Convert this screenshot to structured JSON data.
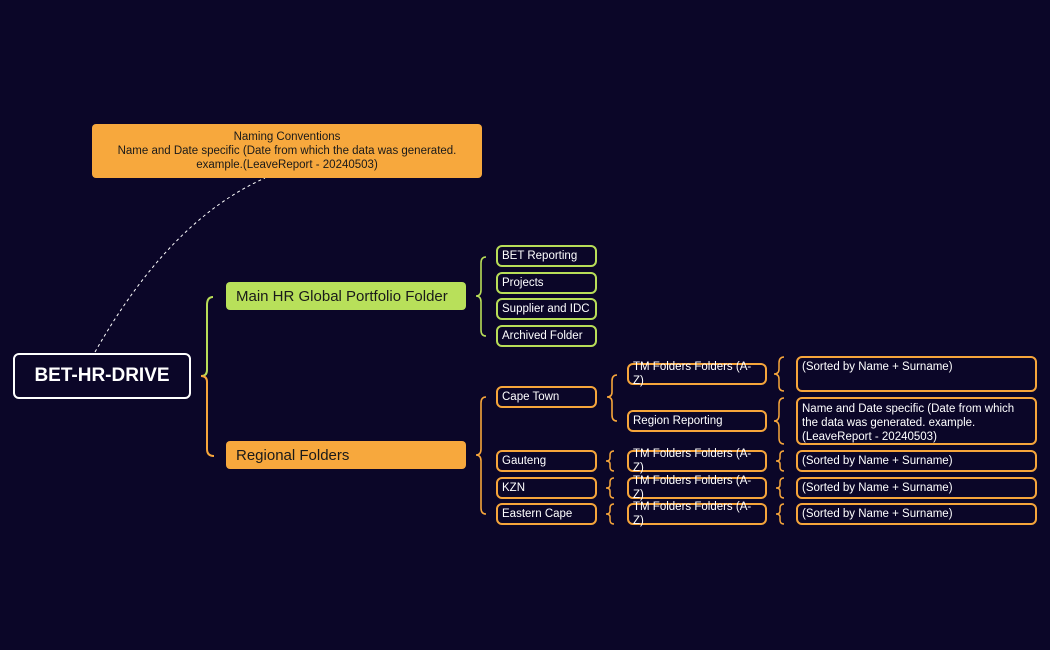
{
  "root": {
    "label": "BET-HR-DRIVE"
  },
  "callout": {
    "line1": "Naming Conventions",
    "line2": "Name and Date specific (Date from which the data was generated.",
    "line3": "example.(LeaveReport - 20240503)"
  },
  "main_folder": {
    "label": "Main HR Global Portfolio Folder",
    "children": [
      "BET Reporting",
      "Projects",
      "Supplier and IDC",
      "Archived Folder"
    ]
  },
  "regional_folders": {
    "label": "Regional Folders",
    "regions": [
      {
        "name": "Cape Town",
        "subfolders": [
          {
            "name": "TM Folders Folders (A-Z)",
            "note": "(Sorted by Name + Surname)"
          },
          {
            "name": "Region Reporting",
            "note": "Name and Date specific (Date from which the data was generated.  example. (LeaveReport - 20240503)"
          }
        ]
      },
      {
        "name": "Gauteng",
        "subfolders": [
          {
            "name": "TM Folders Folders (A-Z)",
            "note": "(Sorted by Name + Surname)"
          }
        ]
      },
      {
        "name": "KZN",
        "subfolders": [
          {
            "name": "TM Folders Folders (A-Z)",
            "note": "(Sorted by Name + Surname)"
          }
        ]
      },
      {
        "name": "Eastern Cape",
        "subfolders": [
          {
            "name": "TM Folders Folders (A-Z)",
            "note": "(Sorted by Name + Surname)"
          }
        ]
      }
    ]
  },
  "colors": {
    "background": "#0b0628",
    "green": "#b8e05a",
    "orange": "#f7a83d",
    "white": "#ffffff"
  }
}
